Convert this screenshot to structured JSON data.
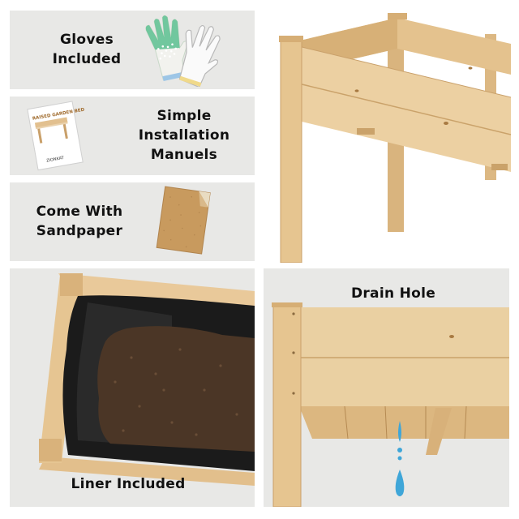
{
  "features": [
    {
      "id": "gloves",
      "label": "Gloves\nIncluded",
      "icon": "gloves-icon"
    },
    {
      "id": "manual",
      "label": "Simple\nInstallation\nManuels",
      "icon": "manual-booklet-icon"
    },
    {
      "id": "sandpaper",
      "label": "Come With\nSandpaper",
      "icon": "sandpaper-icon"
    }
  ],
  "manual_cover": {
    "title": "RAISED GARDEN BED",
    "brand": "ZIONKAT"
  },
  "liner": {
    "label": "Liner Included"
  },
  "drain": {
    "label": "Drain Hole"
  },
  "colors": {
    "panel_bg": "#e8e8e6",
    "wood": "#e9c99a",
    "wood_dark": "#c9a06a",
    "liner": "#1a1a1a",
    "soil": "#4a3526",
    "water": "#3fa6d8"
  }
}
